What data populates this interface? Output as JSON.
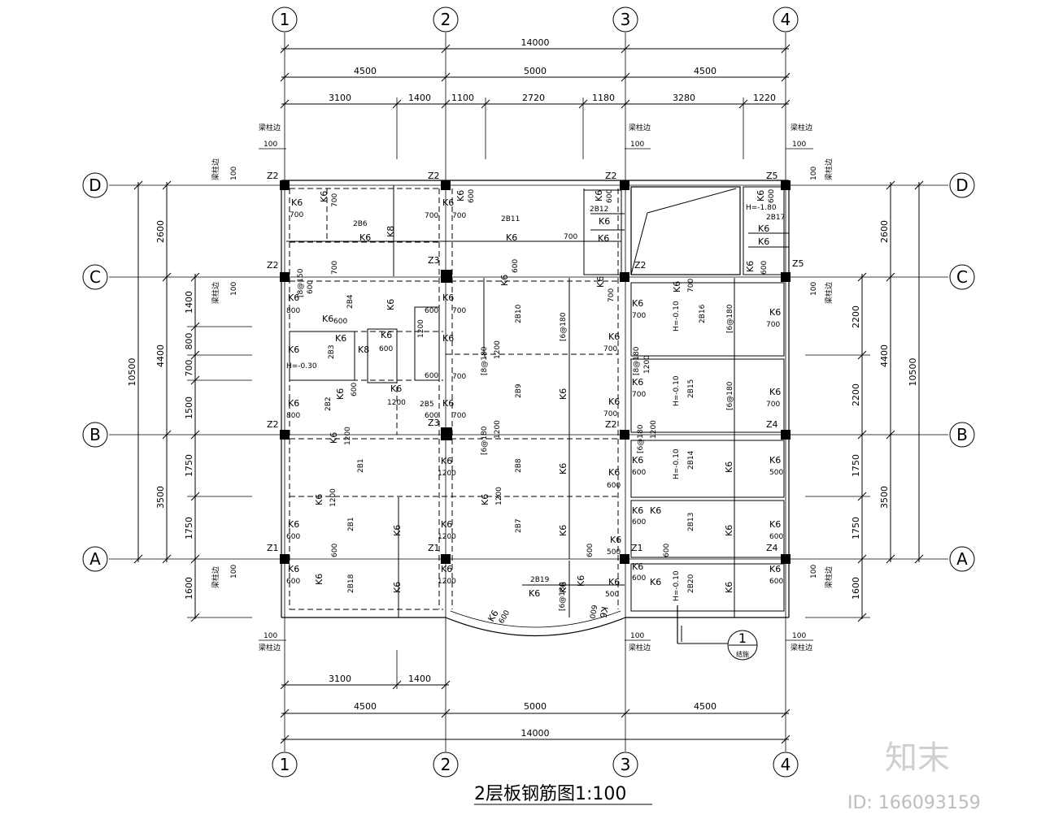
{
  "title": "2层板钢筋图1:100",
  "watermark": {
    "brand": "知末",
    "id": "ID: 166093159"
  },
  "axes": {
    "vertical": [
      "1",
      "2",
      "3",
      "4"
    ],
    "horizontal": [
      "D",
      "C",
      "B",
      "A"
    ]
  },
  "dimensions": {
    "top_total": "14000",
    "top_bays": [
      "4500",
      "5000",
      "4500"
    ],
    "top_detail": [
      "3100",
      "1400",
      "1100",
      "2720",
      "1180",
      "3280",
      "1220"
    ],
    "bottom_detail": [
      "3100",
      "1400"
    ],
    "bottom_bays": [
      "4500",
      "5000",
      "4500"
    ],
    "bottom_total": "14000",
    "left_total": "10500",
    "left_bays": [
      "2600",
      "4400",
      "3500"
    ],
    "left_detail": [
      "1400",
      "800",
      "700",
      "1500",
      "1750",
      "1750",
      "1600"
    ],
    "right_total": "10500",
    "right_bays": [
      "2600",
      "4400",
      "3500"
    ],
    "right_detail": [
      "2200",
      "2200",
      "1750",
      "1750",
      "1600"
    ],
    "edge_offset": "100",
    "edge_note": "梁柱边"
  },
  "columns": [
    "Z2",
    "Z2",
    "Z2",
    "Z5",
    "Z2",
    "Z3",
    "Z2",
    "Z5",
    "Z2",
    "Z3",
    "Z2",
    "Z4",
    "Z1",
    "Z1",
    "Z1",
    "Z4"
  ],
  "slab_labels": [
    "2B6",
    "2B11",
    "2B12",
    "2B17",
    "2B4",
    "2B10",
    "2B16",
    "2B3",
    "2B15",
    "2B2",
    "2B5",
    "2B9",
    "2B1",
    "2B8",
    "2B14",
    "2B1",
    "2B7",
    "2B13",
    "2B18",
    "2B19",
    "2B20"
  ],
  "rebar_labels": {
    "k6": "K6",
    "k8": "K8",
    "v600": "600",
    "v700": "700",
    "v800": "800",
    "v1200": "1200",
    "v500": "500",
    "v150": "150",
    "sp180": "[6@180",
    "sp180b": "[8@180",
    "sp150": "[8@150",
    "h180": "H=-1.80",
    "h030": "H=-0.30",
    "h010": "H=-0.10",
    "h010b": "H=-0.10",
    "h010c": "H=-0.10",
    "h010d": "H=-0.10"
  },
  "section_mark": {
    "number": "1",
    "sub": "结施"
  }
}
